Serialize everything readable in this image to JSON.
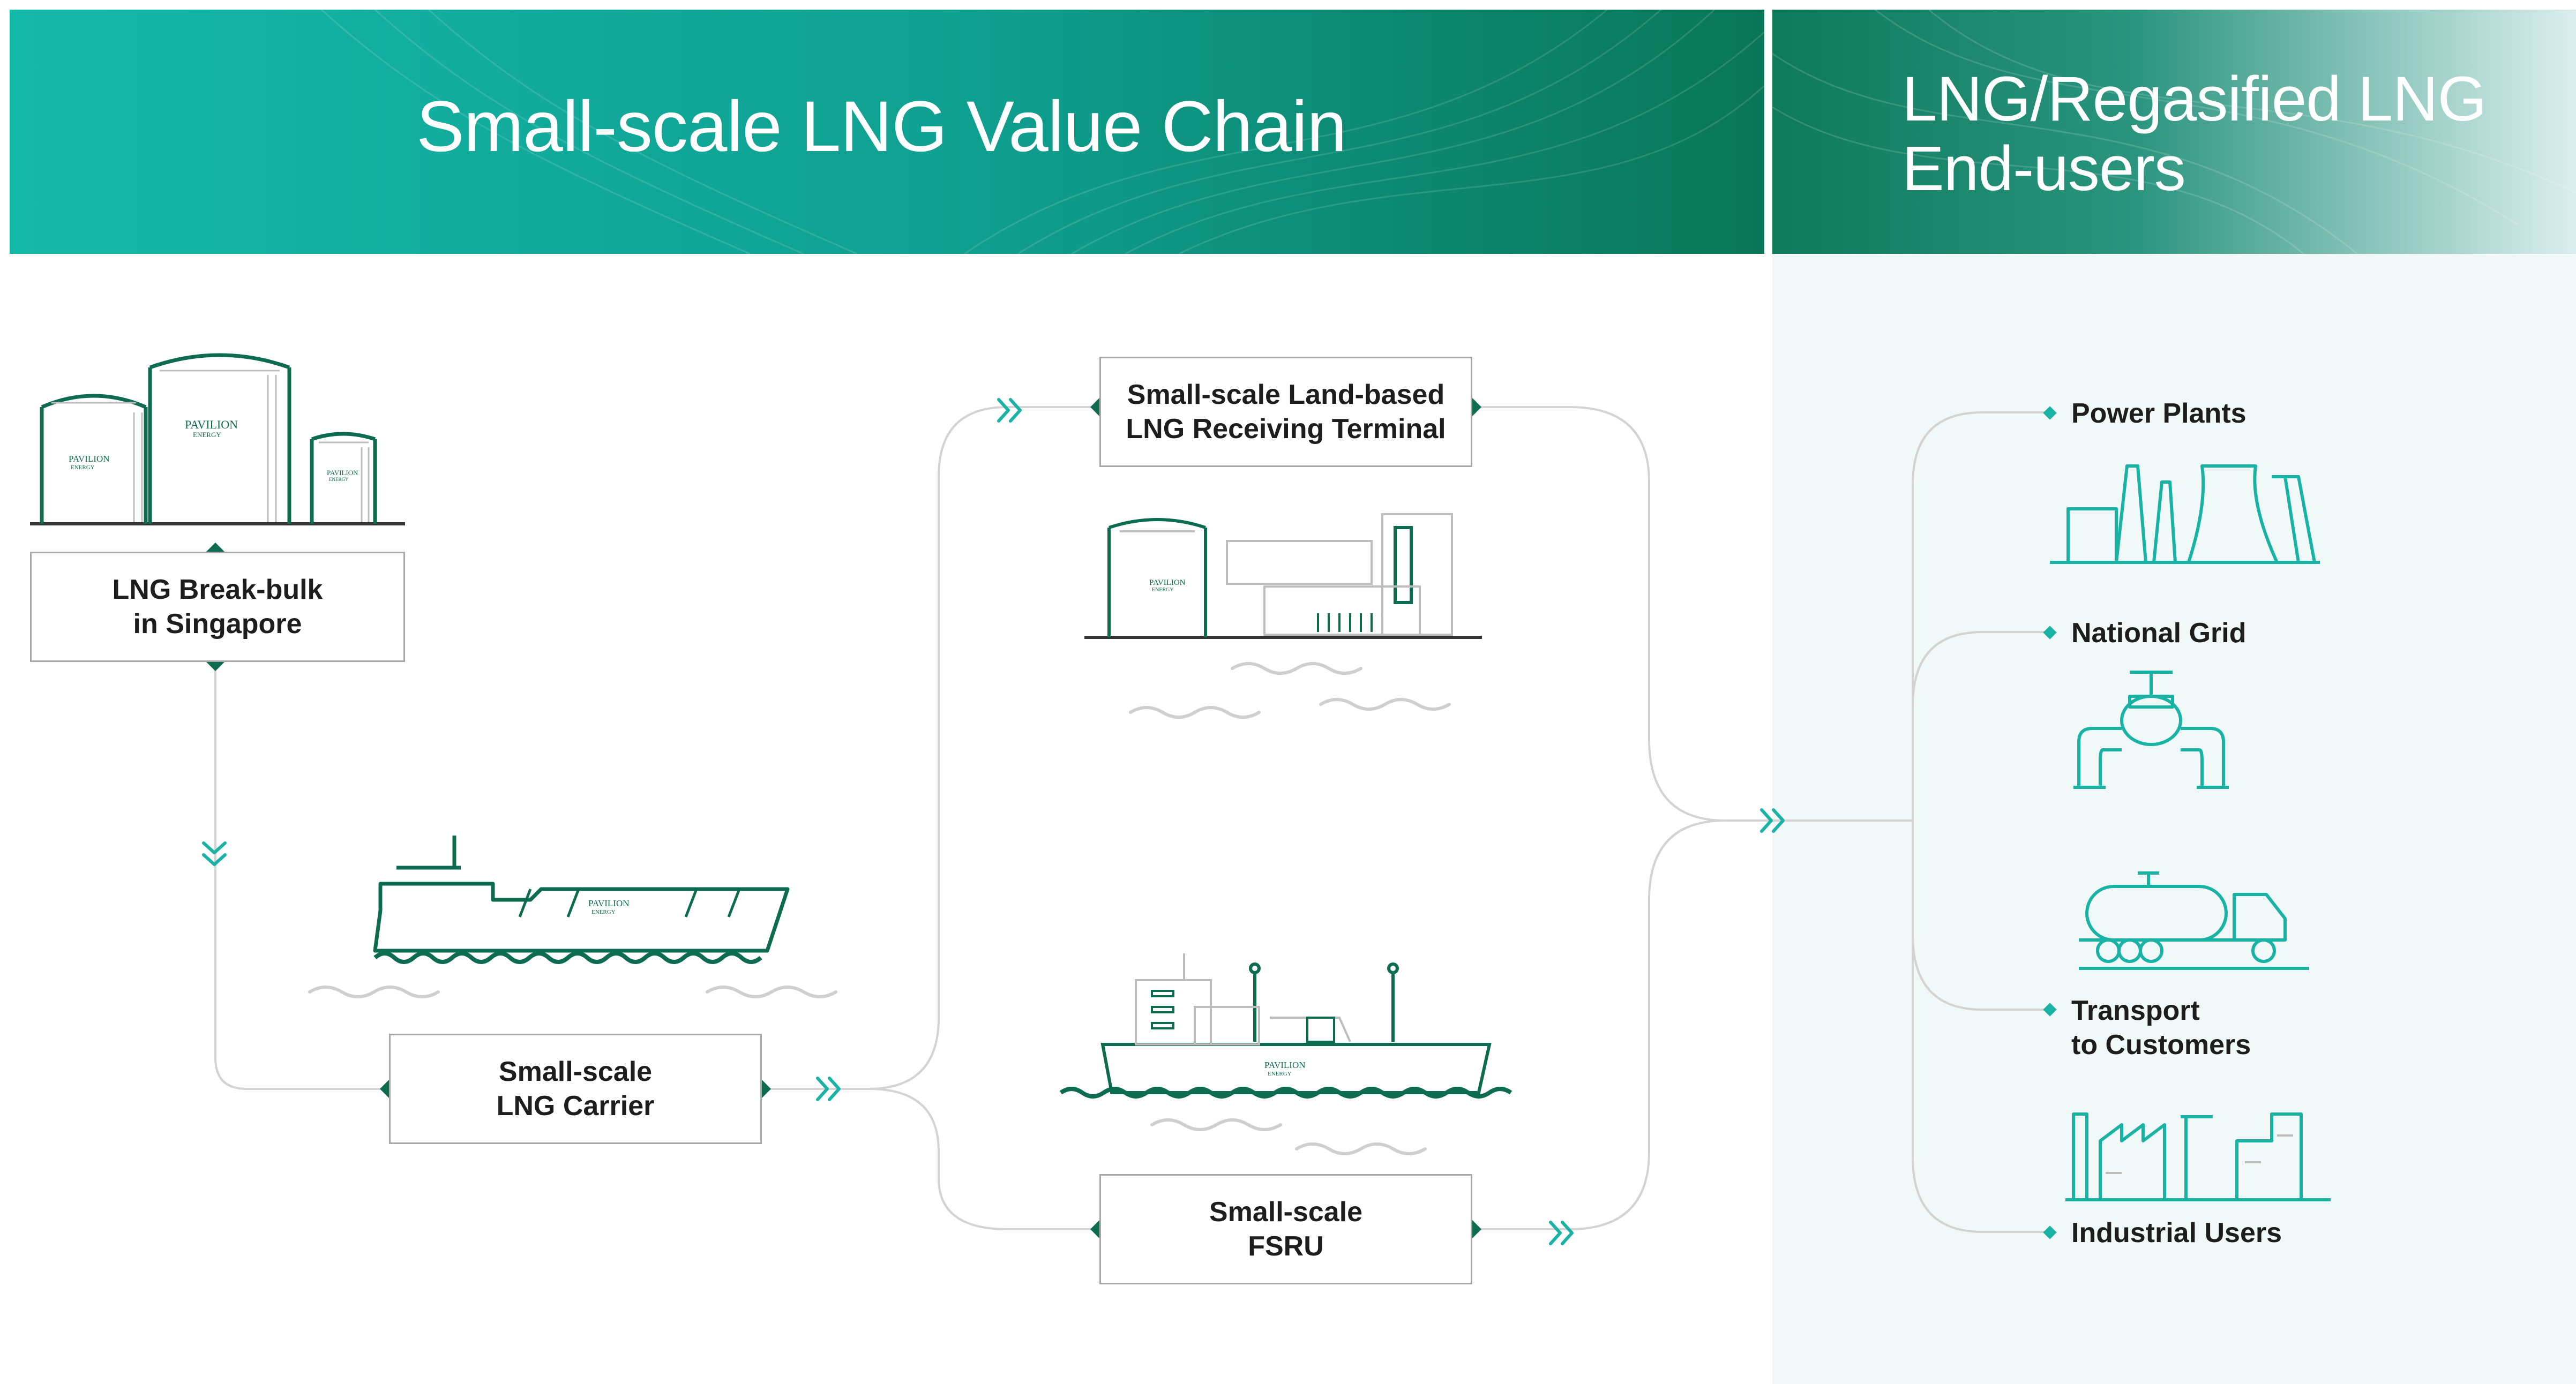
{
  "header": {
    "left_title": "Small-scale LNG Value Chain",
    "right_title_line1": "LNG/Regasified LNG",
    "right_title_line2": "End-users"
  },
  "nodes": {
    "breakbulk": {
      "line1": "LNG Break-bulk",
      "line2": "in Singapore"
    },
    "carrier": {
      "line1": "Small-scale",
      "line2": "LNG Carrier"
    },
    "terminal": {
      "line1": "Small-scale Land-based",
      "line2": "LNG Receiving Terminal"
    },
    "fsru": {
      "line1": "Small-scale",
      "line2": "FSRU"
    }
  },
  "end_users": {
    "power_plants": "Power Plants",
    "national_grid": "National Grid",
    "transport_line1": "Transport",
    "transport_line2": "to Customers",
    "industrial_users": "Industrial Users"
  },
  "logo": {
    "line1": "PAVILION",
    "line2": "ENERGY"
  },
  "colors": {
    "banner_teal": "#12b4a6",
    "banner_green": "#0b7a5c",
    "accent_teal": "#19b3a6",
    "dark_green": "#0d6b4f",
    "connector_gray": "#d3d3d3",
    "end_user_panel": "#f1f8f8"
  },
  "icons": [
    "chevron-right-icon",
    "chevron-down-icon",
    "diamond-node-icon",
    "storage-tank-icon",
    "lng-carrier-ship-icon",
    "receiving-terminal-icon",
    "fsru-vessel-icon",
    "power-plant-icon",
    "pipeline-valve-icon",
    "tanker-truck-icon",
    "industrial-factory-icon",
    "water-wave-icon",
    "pavilion-logo"
  ]
}
